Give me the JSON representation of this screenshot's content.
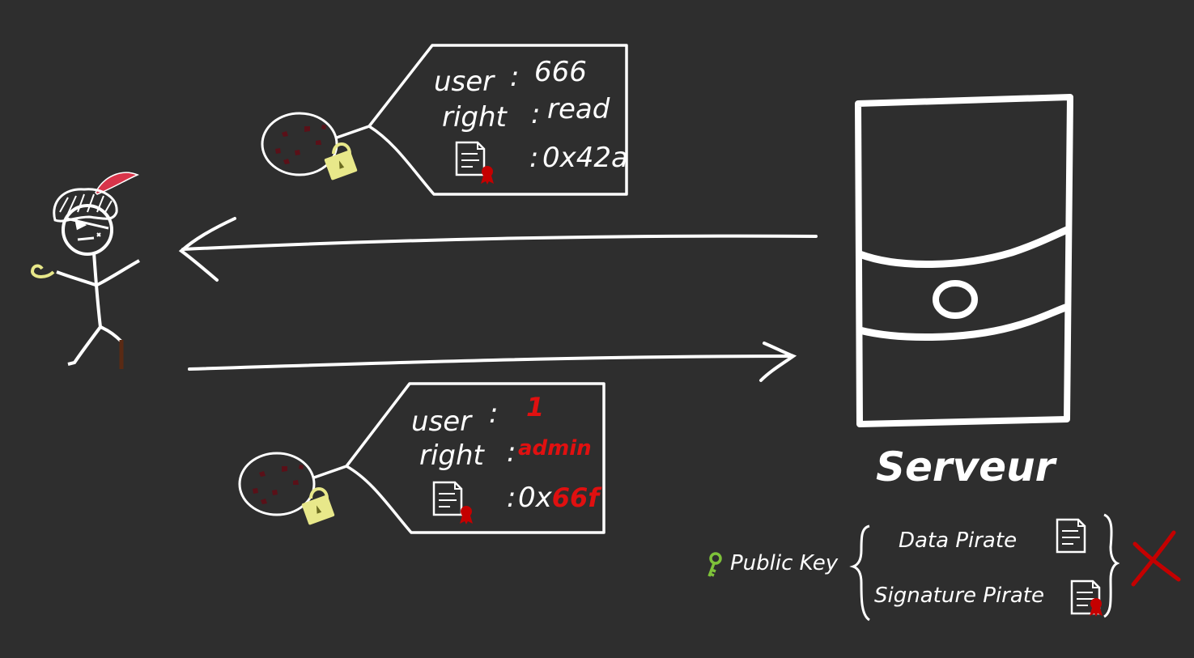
{
  "legit_token": {
    "user_label": "user",
    "user_value": "666",
    "right_label": "right",
    "right_value": "read",
    "signature_value": "0x42a"
  },
  "forged_token": {
    "user_label": "user",
    "user_value": "1",
    "right_label": "right",
    "right_value": "admin",
    "signature_value_plain": "0x",
    "signature_value_red": "66f"
  },
  "server": {
    "label": "Serveur"
  },
  "verification": {
    "key_label": "Public Key",
    "data_label": "Data Pirate",
    "signature_label": "Signature Pirate",
    "result_icon": "red-cross-icon"
  },
  "colors": {
    "background": "#2e2e2e",
    "stroke": "#ffffff",
    "alert_red": "#e01010",
    "seal_red": "#c40000",
    "lock_yellow": "#e8e88a",
    "key_green": "#7ec23a",
    "cookie_chip": "#5a1018",
    "feather_red": "#d8344a"
  }
}
